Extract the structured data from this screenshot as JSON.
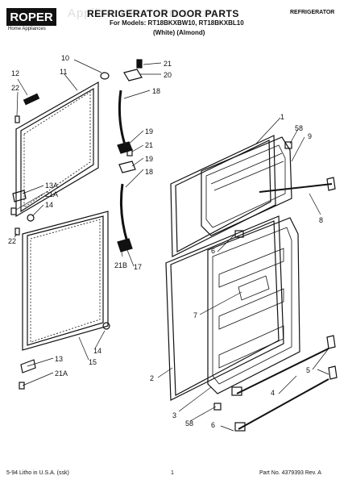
{
  "header": {
    "brand": "ROPER",
    "brand_sub": "Home Appliances",
    "title": "REFRIGERATOR DOOR PARTS",
    "models": "For Models: RT18BKXBW10, RT18BKXBL10",
    "colors": "(White)    (Almond)",
    "category": "REFRIGERATOR",
    "watermark": "AppliancePartsPros.com"
  },
  "footer": {
    "litho": "5-94 Litho in U.S.A. (ssk)",
    "page": "1",
    "part_no": "Part No. 4379393 Rev. A"
  },
  "labels": {
    "l1": "1",
    "l2": "2",
    "l3": "3",
    "l4": "4",
    "l5a": "5",
    "l5b": "5",
    "l6a": "6",
    "l6b": "6",
    "l7": "7",
    "l8": "8",
    "l9": "9",
    "l10": "10",
    "l11": "11",
    "l12": "12",
    "l13": "13",
    "l13a": "13A",
    "l14a": "14",
    "l14b": "14",
    "l15": "15",
    "l17": "17",
    "l18a": "18",
    "l18b": "18",
    "l19a": "19",
    "l19b": "19",
    "l20": "20",
    "l21": "21",
    "l21b": "21",
    "l21a1": "21A",
    "l21a2": "21A",
    "l21bb": "21B",
    "l22a": "22",
    "l22b": "22",
    "l58a": "58",
    "l58b": "58"
  }
}
